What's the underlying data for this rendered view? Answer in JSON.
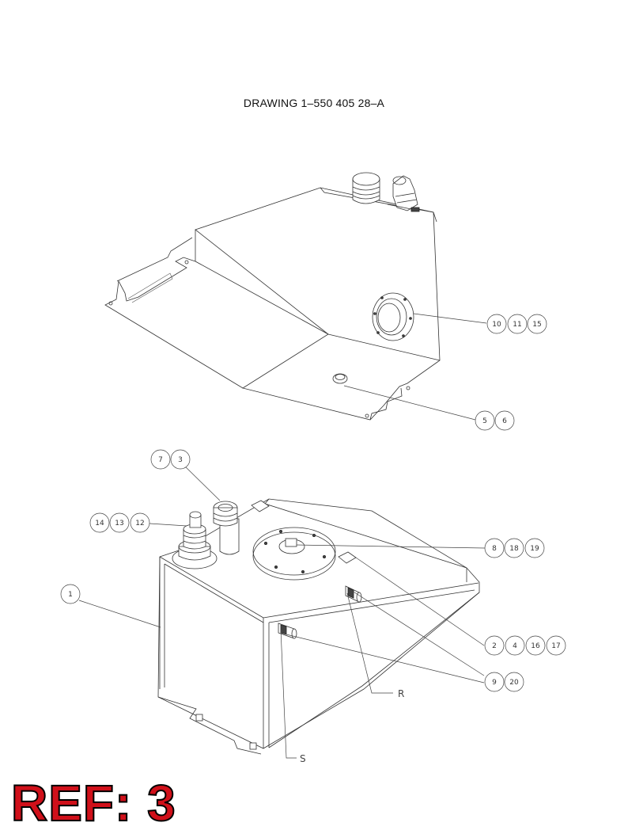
{
  "drawing": {
    "title": "DRAWING 1–550 405 28–A",
    "ref_label": "REF: 3"
  },
  "callouts": {
    "upper_cover": [
      "10",
      "11",
      "15"
    ],
    "upper_drain": [
      "5",
      "6"
    ],
    "breather": [
      "7",
      "3"
    ],
    "filler": [
      "14",
      "13",
      "12"
    ],
    "top_plate": [
      "8",
      "18",
      "19"
    ],
    "tank": [
      "1"
    ],
    "side_plate": [
      "2",
      "4",
      "16",
      "17"
    ],
    "fittings": [
      "9",
      "20"
    ]
  },
  "port_labels": {
    "return": "R",
    "suction": "S"
  },
  "colors": {
    "ref_text": "#d0101a",
    "ref_outline": "#000000",
    "linework": "#333333"
  }
}
